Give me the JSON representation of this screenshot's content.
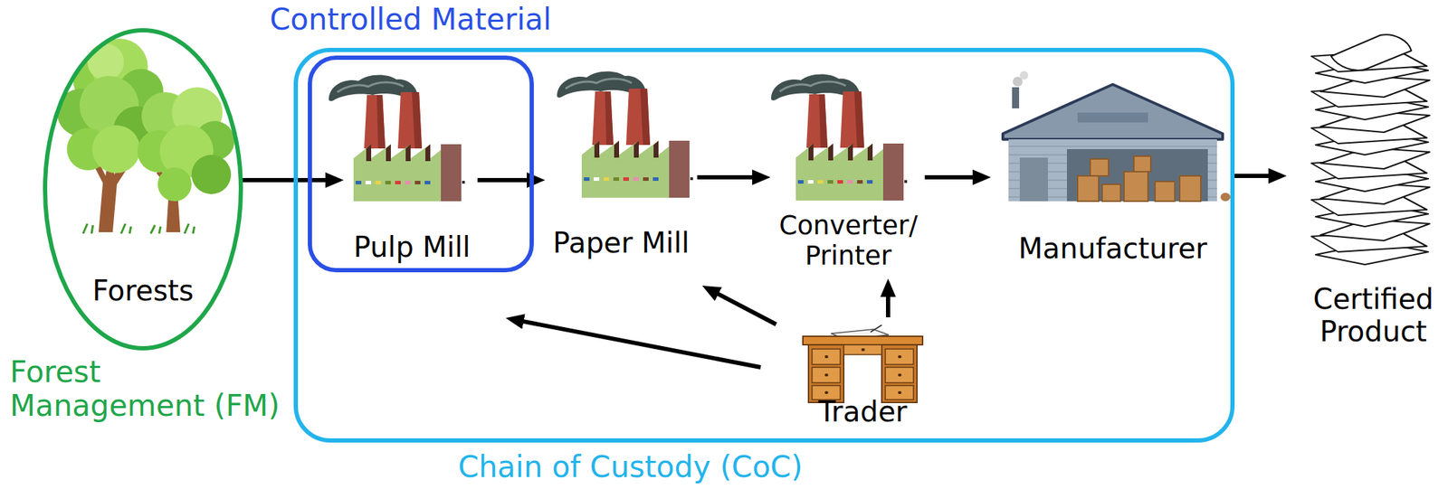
{
  "diagram": {
    "nodes": [
      {
        "text": [
          "Forests",
          "Forest Management (FM)"
        ]
      },
      {
        "text": [
          "Chain of Custody (CoC)"
        ]
      },
      {
        "text": [
          "Controlled Material"
        ],
        "in": 1
      },
      {
        "text": [
          "Pulp Mill"
        ],
        "in": 2
      },
      {
        "text": [
          "Paper Mill"
        ],
        "in": 1
      },
      {
        "text": [
          "Converter/ Printer"
        ],
        "in": 1
      },
      {
        "text": [
          "Manufacturer"
        ],
        "in": 1
      },
      {
        "text": [
          "Trader"
        ],
        "in": 1
      },
      {
        "text": [
          "Certified Product"
        ]
      }
    ],
    "edges": [
      {
        "from": 0,
        "to": 3,
        "arrow": "to"
      },
      {
        "from": 3,
        "to": 4,
        "arrow": "to"
      },
      {
        "from": 4,
        "to": 5,
        "arrow": "to"
      },
      {
        "from": 5,
        "to": 6,
        "arrow": "to"
      },
      {
        "from": 6,
        "to": 8,
        "arrow": "to"
      },
      {
        "from": 7,
        "to": 3,
        "arrow": "to"
      },
      {
        "from": 7,
        "to": 4,
        "arrow": "to"
      },
      {
        "from": 7,
        "to": 5,
        "arrow": "to"
      }
    ]
  }
}
